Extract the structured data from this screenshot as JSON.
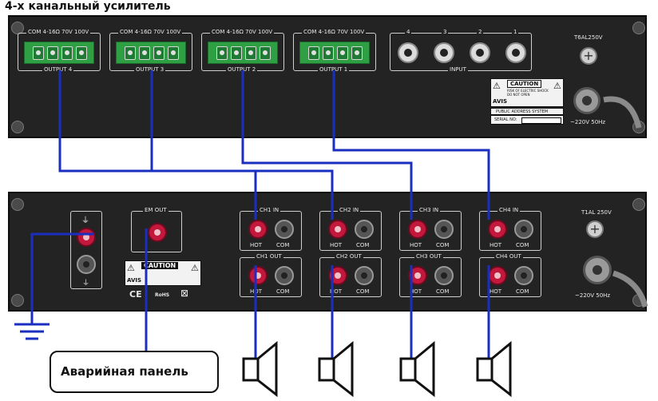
{
  "title": "4-х канальный усилитель",
  "amp1": {
    "outputs": [
      {
        "label": "OUTPUT 4",
        "taps": "COM 4-16Ω 70V 100V"
      },
      {
        "label": "OUTPUT 3",
        "taps": "COM 4-16Ω 70V 100V"
      },
      {
        "label": "OUTPUT 2",
        "taps": "COM 4-16Ω 70V 100V"
      },
      {
        "label": "OUTPUT 1",
        "taps": "COM 4-16Ω 70V 100V"
      }
    ],
    "input_label": "INPUT",
    "input_numbers": [
      "4",
      "3",
      "2",
      "1"
    ],
    "fuse_label": "T6AL250V",
    "caution_title": "CAUTION",
    "caution_text": "RISK OF ELECTRIC SHOCK DO NOT OPEN",
    "brand": "AVIS",
    "system_label": "PUBLIC ADDRESS SYSTEM",
    "serial_label": "SERIAL NO:",
    "power_label": "~220V  50Hz"
  },
  "amp2": {
    "em_out_label": "EM OUT",
    "ground_symbol": "⏚",
    "channels_in": [
      "CH1 IN",
      "CH2 IN",
      "CH3 IN",
      "CH4 IN"
    ],
    "channels_out": [
      "CH1 OUT",
      "CH2 OUT",
      "CH3 OUT",
      "CH4 OUT"
    ],
    "hot_label": "HOT",
    "com_label": "COM",
    "fuse_label": "T1AL  250V",
    "power_label": "~220V  50Hz",
    "caution_title": "CAUTION",
    "brand": "AVIS",
    "cert_ce": "CE",
    "cert_rohs": "RoHS",
    "cert_weee": "⊠"
  },
  "emergency_panel_label": "Аварийная панель",
  "colors": {
    "wire": "#1a2fbf",
    "panel": "#232323",
    "terminal_green": "#2ea043",
    "jack_red": "#c2183c"
  }
}
